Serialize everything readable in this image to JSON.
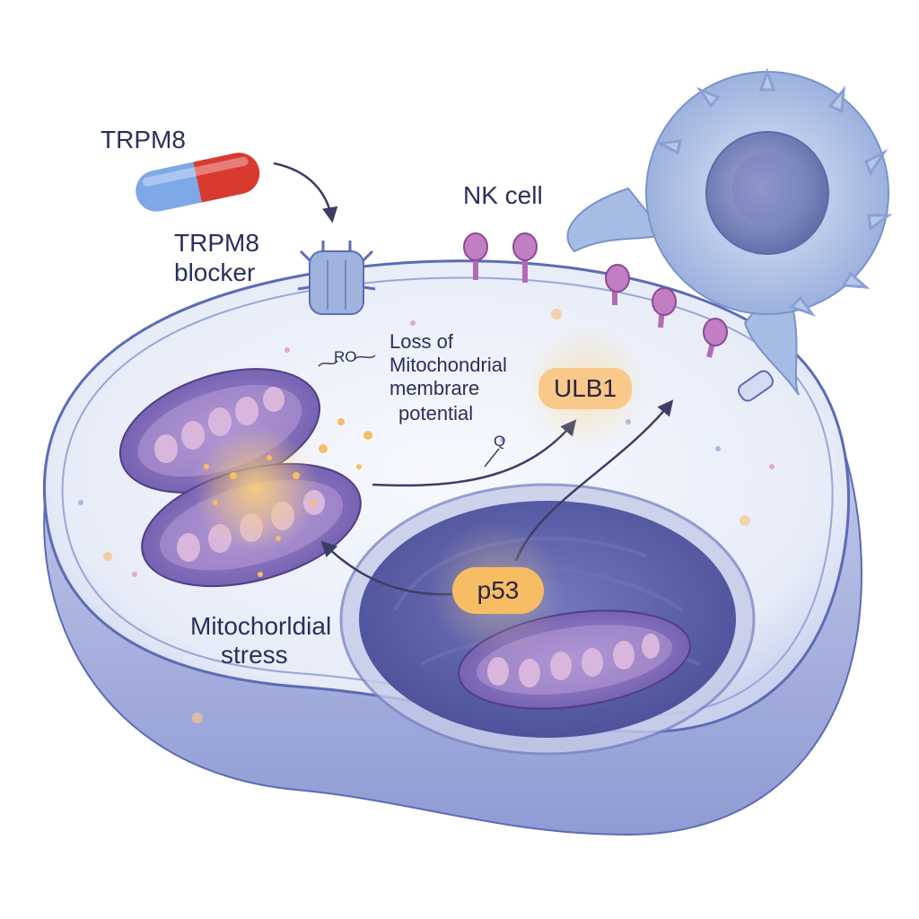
{
  "labels": {
    "drug_name": "TRPM8",
    "blocker_line1": "TRPM8",
    "blocker_line2": "blocker",
    "nk_cell": "NK cell",
    "loss_line1": "Loss of",
    "loss_line2": "Mitochondrial",
    "loss_line3": "membrare",
    "loss_line4": "potential",
    "ros_glyph": "RO",
    "ros_glyph_2": "Q",
    "ulb1": "ULB1",
    "p53": "p53",
    "stress_line1": "Mitochorldial",
    "stress_line2": "stress"
  },
  "colors": {
    "cell_fill": "#e9eef9",
    "cell_edge": "#5d6bb5",
    "nucleus": "#5a5fa8",
    "mitochondria": "#8672c0",
    "mito_inner": "#c8a7d6",
    "nk_cell": "#9fb5e0",
    "capsule_red": "#d93a2f",
    "capsule_blue": "#7fa8e6",
    "ligand": "#b36bb5",
    "signal_glow": "#f7bd65",
    "arrow": "#3d3d66"
  },
  "icons": [
    "capsule-icon",
    "trpm8-channel-icon",
    "nk-cell-icon",
    "mitochondrion-icon",
    "nucleus-icon",
    "ligand-receptor-icon"
  ]
}
